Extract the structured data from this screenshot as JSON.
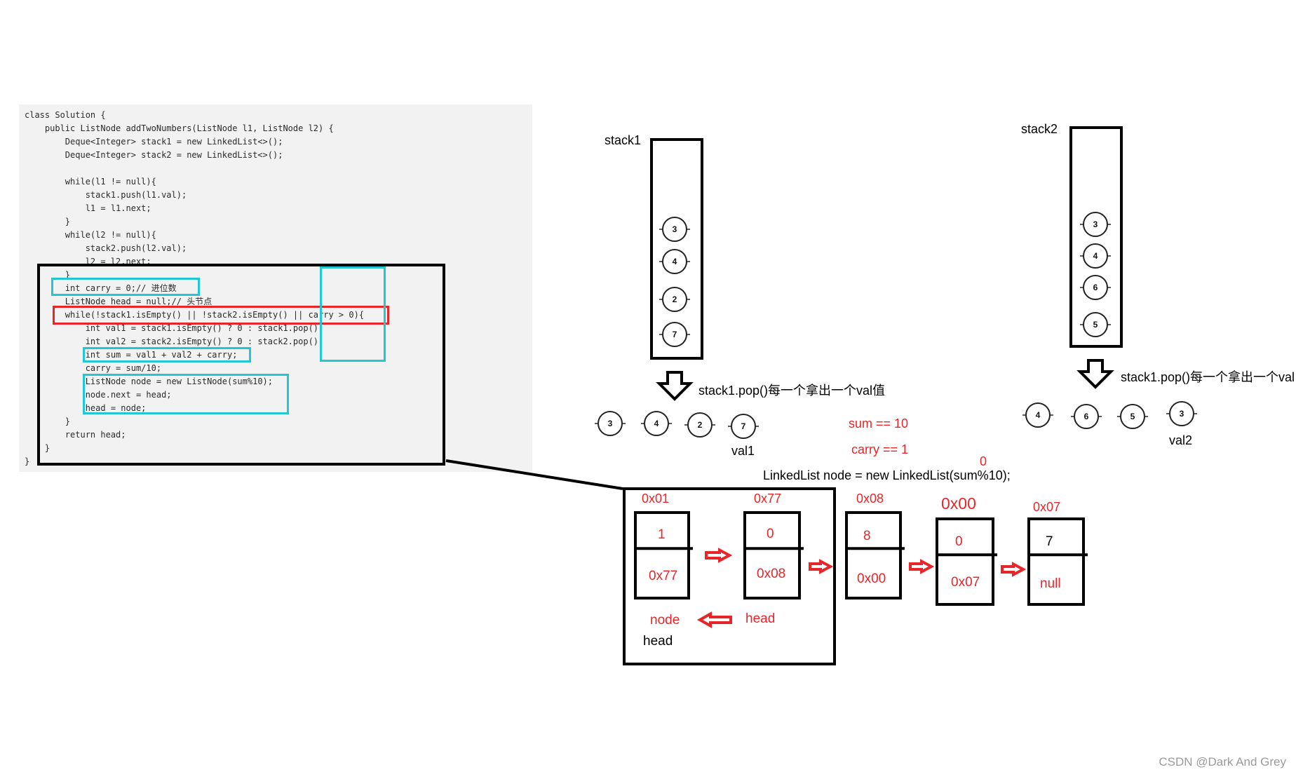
{
  "code_lines": [
    "class Solution {",
    "    public ListNode addTwoNumbers(ListNode l1, ListNode l2) {",
    "        Deque<Integer> stack1 = new LinkedList<>();",
    "        Deque<Integer> stack2 = new LinkedList<>();",
    "",
    "        while(l1 != null){",
    "            stack1.push(l1.val);",
    "            l1 = l1.next;",
    "        }",
    "        while(l2 != null){",
    "            stack2.push(l2.val);",
    "            l2 = l2.next;",
    "        }",
    "        int carry = 0;// 进位数",
    "        ListNode head = null;// 头节点",
    "        while(!stack1.isEmpty() || !stack2.isEmpty() || carry > 0){",
    "            int val1 = stack1.isEmpty() ? 0 : stack1.pop();",
    "            int val2 = stack2.isEmpty() ? 0 : stack2.pop();",
    "            int sum = val1 + val2 + carry;",
    "            carry = sum/10;",
    "            ListNode node = new ListNode(sum%10);",
    "            node.next = head;",
    "            head = node;",
    "        }",
    "        return head;",
    "    }",
    "}"
  ],
  "stack1": {
    "label": "stack1",
    "items": [
      "3",
      "4",
      "2",
      "7"
    ]
  },
  "stack2": {
    "label": "stack2",
    "items": [
      "3",
      "4",
      "6",
      "5"
    ]
  },
  "pop1_caption": "stack1.pop()每一个拿出一个val值",
  "pop2_caption": "stack1.pop()每一个拿出一个val",
  "val1_row": [
    "3",
    "4",
    "2",
    "7"
  ],
  "val1_label": "val1",
  "val2_row": [
    "4",
    "6",
    "5",
    "3"
  ],
  "val2_label": "val2",
  "sum_text": "sum == 10",
  "carry_text": "carry == 1",
  "zero_text": "0",
  "linked_text": "LinkedList node = new LinkedList(sum%10);",
  "nodes": [
    {
      "addr": "0x01",
      "val": "1",
      "next": "0x77"
    },
    {
      "addr": "0x77",
      "val": "0",
      "next": "0x08"
    },
    {
      "addr": "0x08",
      "val": "8",
      "next": "0x00"
    },
    {
      "addr": "0x00",
      "val": "0",
      "next": "0x07"
    },
    {
      "addr": "0x07",
      "val": "7",
      "next": "null"
    }
  ],
  "node_label": "node",
  "head_label_red": "head",
  "head_label_black": "head",
  "watermark": "CSDN @Dark And Grey",
  "colors": {
    "red": "#e8262a",
    "cyan": "#22c6d4",
    "black": "#000000",
    "code_bg": "#f2f2f2"
  }
}
